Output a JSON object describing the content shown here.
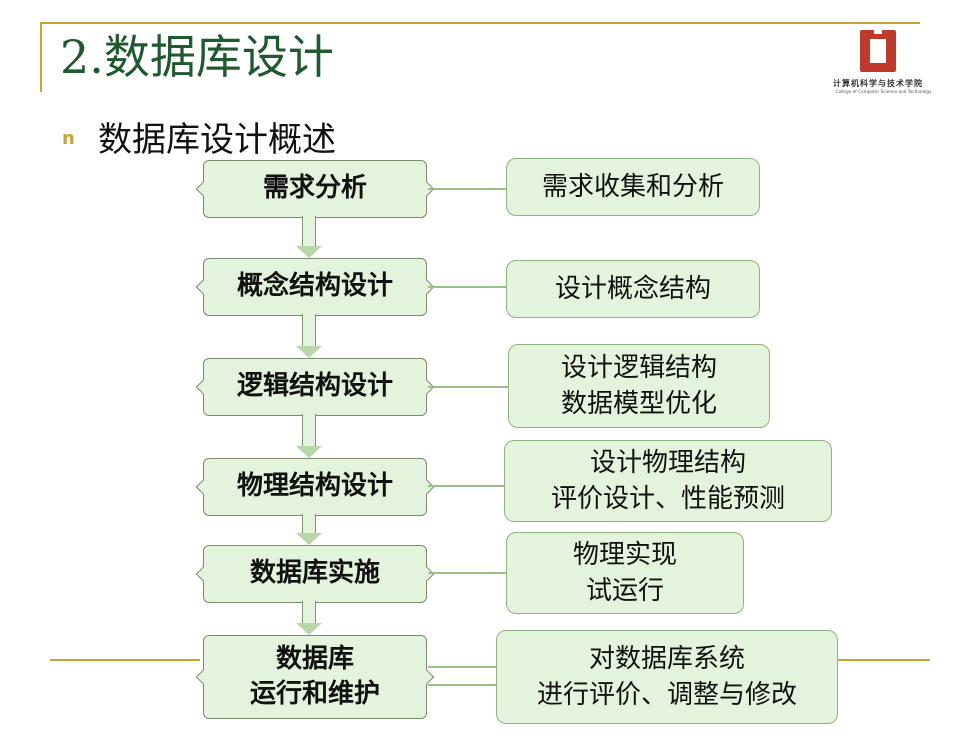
{
  "title": "2.数据库设计",
  "subtitle": "数据库设计概述",
  "bullet": "n",
  "logo": {
    "name": "计算机科学与技术学院",
    "english": "College of Computer Science and Technology",
    "color": "#c0392b"
  },
  "steps": [
    {
      "label": "需求分析",
      "desc": "需求收集和分析"
    },
    {
      "label": "概念结构设计",
      "desc": "设计概念结构"
    },
    {
      "label": "逻辑结构设计",
      "desc": "设计逻辑结构\n数据模型优化"
    },
    {
      "label": "物理结构设计",
      "desc": "设计物理结构\n评价设计、性能预测"
    },
    {
      "label": "数据库实施",
      "desc": "物理实现\n试运行"
    },
    {
      "label": "数据库\n运行和维护",
      "desc": "对数据库系统\n进行评价、调整与修改"
    }
  ],
  "colors": {
    "accent": "#c8a432",
    "title": "#1f5a2e",
    "box_fill": "#e4f4dc",
    "box_border": "#8fb37c"
  }
}
